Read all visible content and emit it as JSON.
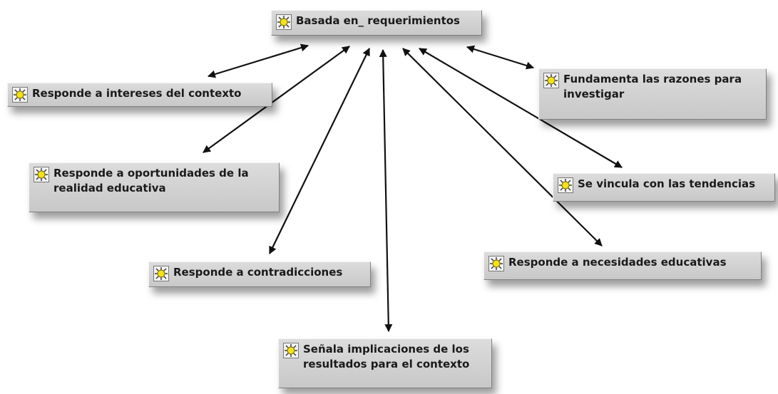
{
  "nodes": {
    "root": {
      "label": "Basada en_ requerimientos",
      "icon": "quotation-node-icon"
    },
    "intereses": {
      "label": "Responde a intereses del contexto",
      "icon": "quotation-node-icon"
    },
    "oportunidades": {
      "label": "Responde a oportunidades de la\nrealidad educativa",
      "icon": "quotation-node-icon"
    },
    "contradicciones": {
      "label": "Responde a contradicciones",
      "icon": "quotation-node-icon"
    },
    "implicaciones": {
      "label": "Señala implicaciones de los\nresultados para el contexto",
      "icon": "quotation-node-icon"
    },
    "necesidades": {
      "label": "Responde a necesidades educativas",
      "icon": "quotation-node-icon"
    },
    "tendencias": {
      "label": "Se vincula con las tendencias",
      "icon": "quotation-node-icon"
    },
    "razones": {
      "label": "Fundamenta las razones para\ninvestigar",
      "icon": "quotation-node-icon"
    }
  },
  "links": [
    {
      "from": "root",
      "to": "intereses",
      "type": "bidirectional"
    },
    {
      "from": "root",
      "to": "oportunidades",
      "type": "bidirectional"
    },
    {
      "from": "root",
      "to": "contradicciones",
      "type": "bidirectional"
    },
    {
      "from": "root",
      "to": "implicaciones",
      "type": "bidirectional"
    },
    {
      "from": "root",
      "to": "necesidades",
      "type": "bidirectional"
    },
    {
      "from": "root",
      "to": "tendencias",
      "type": "bidirectional"
    },
    {
      "from": "root",
      "to": "razones",
      "type": "bidirectional"
    }
  ]
}
